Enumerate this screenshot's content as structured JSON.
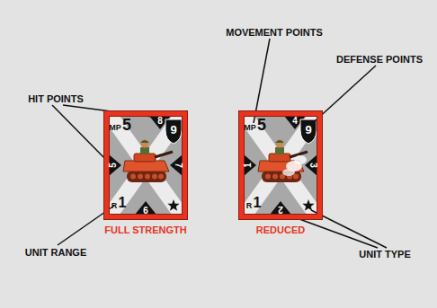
{
  "diagram": {
    "nodes": [
      {
        "text": [
          "MP",
          "5",
          "8",
          "9",
          "5",
          "7",
          "R",
          "1",
          "9"
        ]
      },
      {
        "text": [
          "MP",
          "5",
          "4",
          "9",
          "1",
          "3",
          "R",
          "1",
          "2"
        ]
      }
    ],
    "labels": [
      "MOVEMENT POINTS",
      "DEFENSE POINTS",
      "HIT POINTS",
      "FULL STRENGTH",
      "REDUCED",
      "UNIT RANGE",
      "UNIT TYPE"
    ]
  }
}
